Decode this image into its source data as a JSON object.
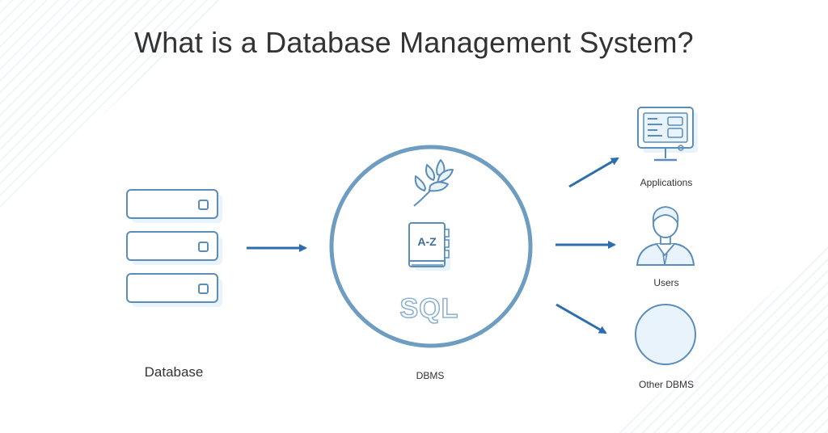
{
  "title": "What is a Database Management System?",
  "nodes": {
    "database": {
      "label": "Database",
      "icon": "server-stack-icon"
    },
    "dbms": {
      "label": "DBMS",
      "icon": "dbms-circle",
      "inner_icons": [
        "leaf-icon",
        "address-book-icon",
        "sql-icon"
      ],
      "book_text": "A-Z",
      "sql_text": "SQL"
    },
    "applications": {
      "label": "Applications",
      "icon": "monitor-icon"
    },
    "users": {
      "label": "Users",
      "icon": "user-icon"
    },
    "other_dbms": {
      "label": "Other DBMS",
      "icon": "circle-icon"
    }
  },
  "edges": [
    {
      "from": "Database",
      "to": "DBMS"
    },
    {
      "from": "DBMS",
      "to": "Applications"
    },
    {
      "from": "DBMS",
      "to": "Users"
    },
    {
      "from": "DBMS",
      "to": "Other DBMS"
    }
  ],
  "colors": {
    "accent": "#2E6DAD",
    "outline": "#5A8DB9",
    "fill_light": "#E8F3FB",
    "text": "#333333",
    "circle_ring": "#6E9DC1"
  }
}
